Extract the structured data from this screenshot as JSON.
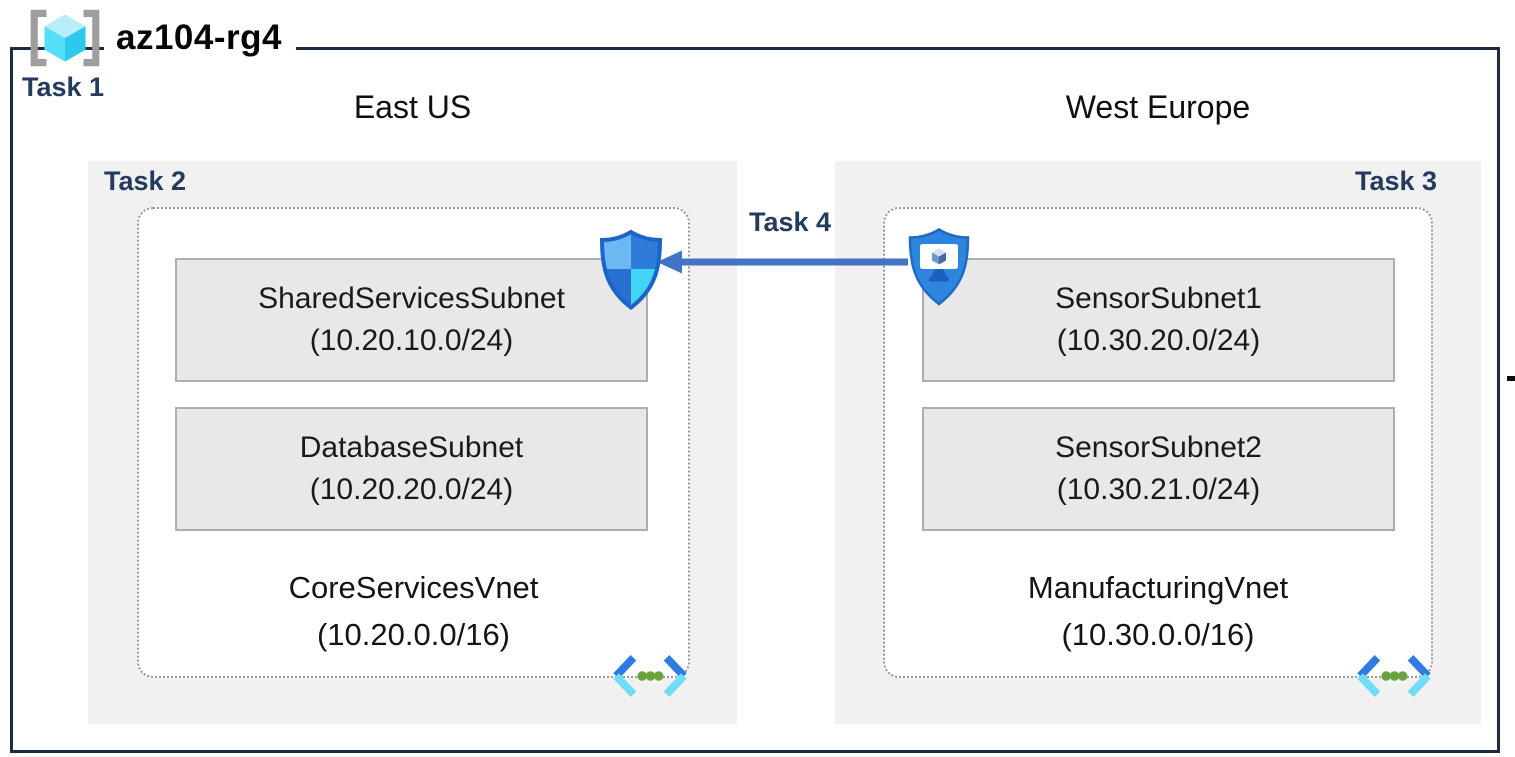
{
  "resource_group": {
    "name": "az104-rg4",
    "task_label": "Task 1"
  },
  "regions": [
    {
      "name": "East US",
      "task_label": "Task 2",
      "vnet": {
        "name": "CoreServicesVnet",
        "cidr": "(10.20.0.0/16)",
        "subnets": [
          {
            "name": "SharedServicesSubnet",
            "cidr": "(10.20.10.0/24)"
          },
          {
            "name": "DatabaseSubnet",
            "cidr": "(10.20.20.0/24)"
          }
        ]
      }
    },
    {
      "name": "West Europe",
      "task_label": "Task 3",
      "vnet": {
        "name": "ManufacturingVnet",
        "cidr": "(10.30.0.0/16)",
        "subnets": [
          {
            "name": "SensorSubnet1",
            "cidr": "(10.30.20.0/24)"
          },
          {
            "name": "SensorSubnet2",
            "cidr": "(10.30.21.0/24)"
          }
        ]
      }
    }
  ],
  "connection": {
    "label": "Task 4",
    "direction": "right-to-left"
  },
  "icons": {
    "resource_group": "resource-group-brackets-cube-icon",
    "left_endpoint": "network-security-group-shield-icon",
    "right_endpoint": "bastion-monitor-shield-icon",
    "vnet": "virtual-network-chevrons-icon"
  },
  "colors": {
    "frame_border": "#1a2c47",
    "task_label": "#243a5e",
    "region_box_bg": "#f1f1f1",
    "subnet_box_bg": "#e8e8e8",
    "subnet_box_border": "#aeaeae",
    "vnet_dotted_border": "#979797",
    "arrow": "#4472c4",
    "cube_cyan": "#50e6ff",
    "vnet_dot_green": "#6aa33c"
  }
}
